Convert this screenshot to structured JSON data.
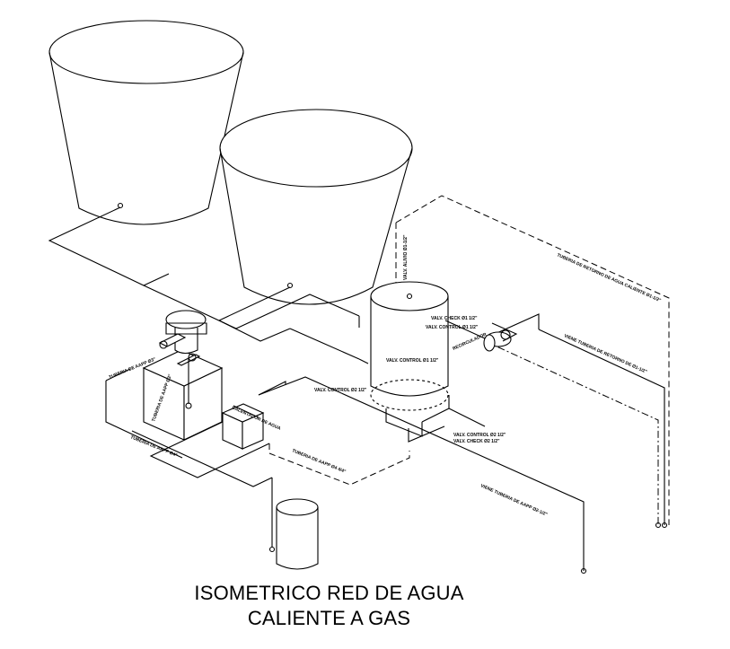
{
  "title": {
    "line1": "ISOMETRICO RED DE AGUA",
    "line2": "CALIENTE A GAS"
  },
  "labels": {
    "tub_retorno_top": "TUBERIA DE RETORNO DE AGUA CALIENTE Ø1-1/2\"",
    "tub_retorno_viene": "VIENE TUBERIA DE RETORNO DE Ø1-1/2\"",
    "valv_check_1": "VALV. CHECK Ø1 1/2\"",
    "valv_control_1": "VALV. CONTROL Ø1 1/2\"",
    "valv_control_2": "VALV. CONTROL Ø1 1/2\"",
    "valv_control_3": "VALV. CONTROL Ø2 1/2\"",
    "valv_control_4": "VALV. CONTROL Ø2 1/2\"",
    "valv_check_2": "VALV. CHECK Ø2 1/2\"",
    "recirculador": "RECIRCULADOR",
    "valv_alivio": "VALV. ALIVIO Ø1-1/2\"",
    "tub_aapp_1": "TUBERIA DE AAPP Ø3\"",
    "tub_aapp_2": "TUBERIA DE AAPP Ø3\"",
    "tub_aapp_3": "TUBERIA DE AAPP Ø4\"",
    "tub_aapp_4": "TUBERIA DE AAPP Ø4 4/4\"",
    "calentador": "CALENTADOR DE AGUA",
    "viene_tuberia": "VIENE TUBERIA DE AAPP Ø2-1/2\""
  }
}
